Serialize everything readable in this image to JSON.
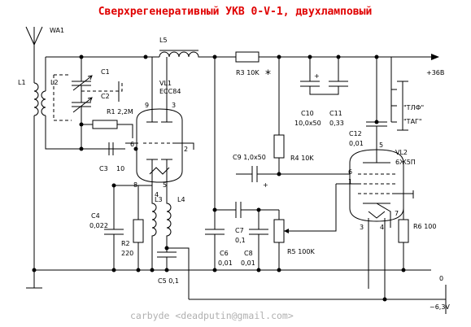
{
  "title": "Сверхрегенеративный УКВ 0-V-1, двухламповый",
  "footer": "carbyde <deadputin@gmail.com>",
  "labels": {
    "wa1": "WA1",
    "l1": "L1",
    "l2": "L2",
    "c1": "C1",
    "c2": "C2",
    "r1": "R1 2,2M",
    "c3": "C3",
    "c3_val": "10",
    "l5": "L5",
    "vl1": "VL1",
    "vl1_type": "ECC84",
    "pin9": "9",
    "pin3": "3",
    "pin6": "6",
    "pin2": "2",
    "pin8": "8",
    "pin5": "5",
    "pin4": "4",
    "r3": "R3 10K",
    "star": "*",
    "plus36": "+36В",
    "c10": "C10",
    "c10_val": "10,0x50",
    "c11": "C11",
    "c11_val": "0,33",
    "tlf": "\"ТЛФ\"",
    "tag": "\"ТАГ\"",
    "c12": "C12",
    "c12_val": "0,01",
    "c9": "C9 1,0x50",
    "r4": "R4 10K",
    "vl2": "VL2",
    "vl2_type": "6Ж5П",
    "vl2_p5": "5",
    "vl2_p6": "6",
    "vl2_p1": "1",
    "vl2_p7": "7",
    "vl2_p3": "3",
    "vl2_p4": "4",
    "l3": "L3",
    "l4": "L4",
    "c4": "C4",
    "c4_val": "0,022",
    "r2": "R2",
    "r2_val": "220",
    "c7": "C7",
    "c7_val": "0,1",
    "c6": "C6",
    "c6_val": "0,01",
    "c8": "C8",
    "c8_val": "0,01",
    "r5": "R5 100K",
    "r6": "R6 100",
    "c5": "C5 0,1",
    "zero": "0",
    "minus63": "~6,3V"
  }
}
